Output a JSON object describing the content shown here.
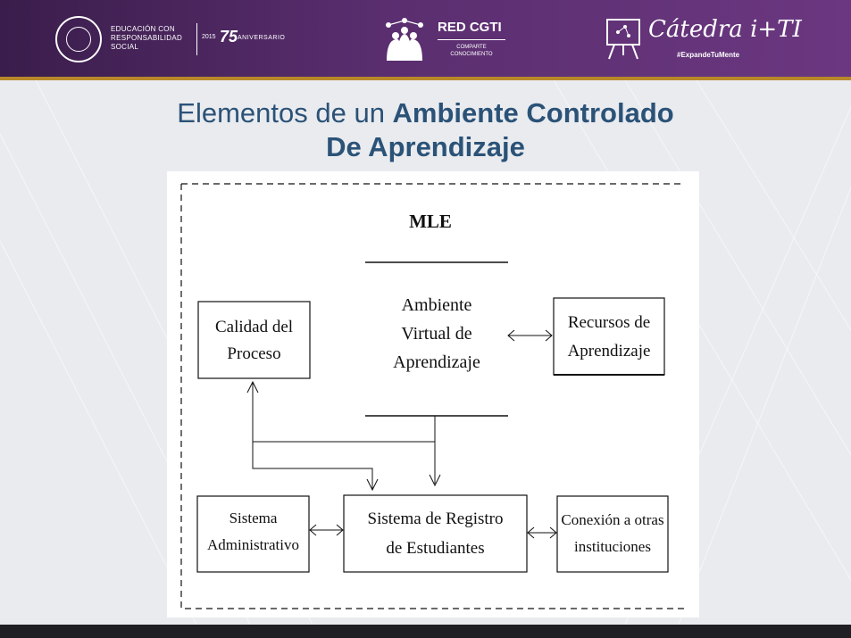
{
  "header": {
    "university_logo_text": "EDUCACIÓN CON RESPONSABILIDAD SOCIAL",
    "anniversary_year": "2015",
    "anniversary_number": "75",
    "anniversary_label": "ANIVERSARIO",
    "network_title": "RED CGTI",
    "network_subtitle": "COMPARTE CONOCIMIENTO",
    "chair_title": "Cátedra i+TI",
    "chair_hashtag": "#ExpandeTuMente"
  },
  "slide": {
    "title_line1_normal": "Elementos de un ",
    "title_line1_bold": "Ambiente Controlado",
    "title_line2": "De Aprendizaje"
  },
  "diagram": {
    "mle_label": "MLE",
    "center_line1": "Ambiente",
    "center_line2": "Virtual de",
    "center_line3": "Aprendizaje",
    "calidad_line1": "Calidad del",
    "calidad_line2": "Proceso",
    "recursos_line1": "Recursos de",
    "recursos_line2": "Aprendizaje",
    "admin_line1": "Sistema",
    "admin_line2": "Administrativo",
    "registro_line1": "Sistema de Registro",
    "registro_line2": "de Estudiantes",
    "conexion_line1": "Conexión a otras",
    "conexion_line2": "instituciones"
  },
  "colors": {
    "header": "#4a2460",
    "accent_gold": "#b8882a",
    "title": "#2b5277"
  }
}
